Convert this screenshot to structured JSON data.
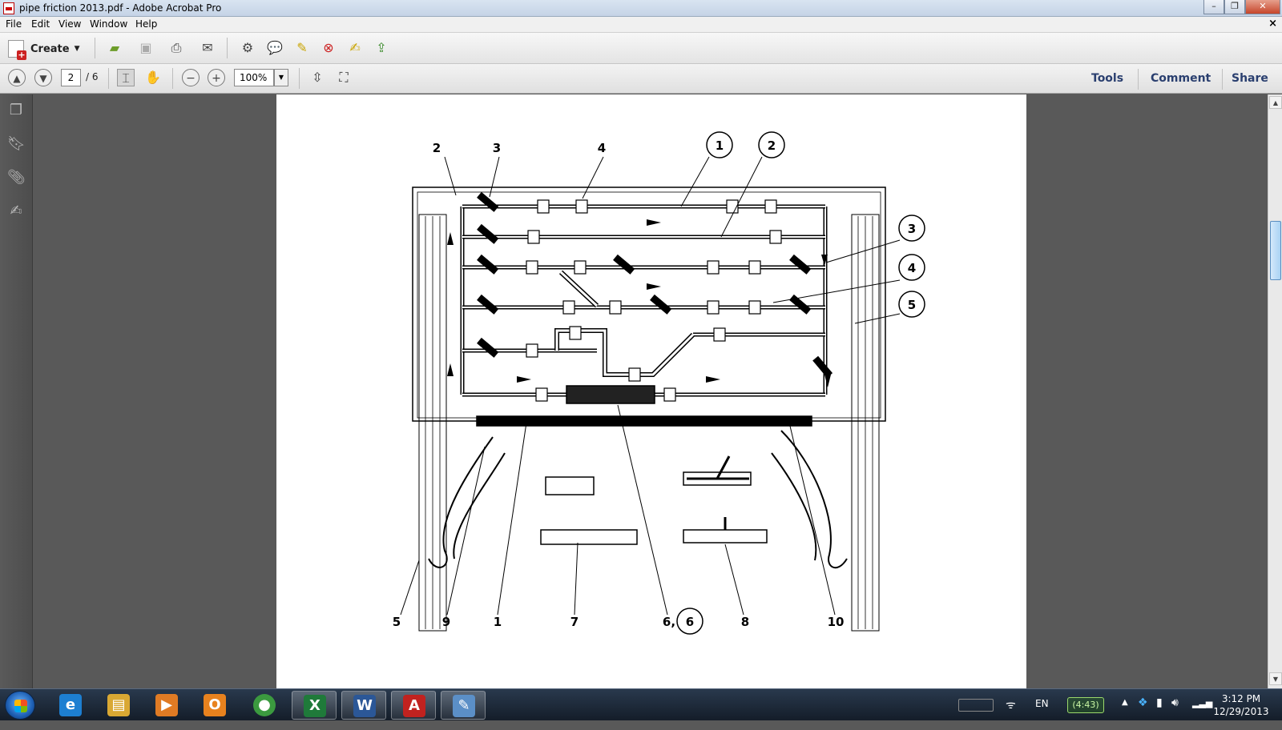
{
  "window": {
    "title": "pipe friction 2013.pdf - Adobe Acrobat Pro",
    "minimize": "–",
    "maximize": "❐",
    "close": "✕"
  },
  "menu": {
    "items": [
      "File",
      "Edit",
      "View",
      "Window",
      "Help"
    ],
    "close_doc": "×"
  },
  "toolbar": {
    "create_label": "Create",
    "icons": [
      "open-folder-icon",
      "save-icon",
      "print-icon",
      "email-icon",
      "settings-icon",
      "comment-icon",
      "highlight-icon",
      "delete-icon",
      "sign-icon",
      "export-icon"
    ]
  },
  "nav": {
    "current_page": "2",
    "page_total": "/ 6",
    "zoom": "100%"
  },
  "right_links": {
    "tools": "Tools",
    "comment": "Comment",
    "share": "Share"
  },
  "diagram": {
    "top_labels": [
      "2",
      "3",
      "4"
    ],
    "circled_top": [
      "1",
      "2"
    ],
    "circled_right": [
      "3",
      "4",
      "5"
    ],
    "bottom_labels": [
      "5",
      "9",
      "1",
      "7",
      "6,",
      "8",
      "10"
    ],
    "circled_bottom": "6"
  },
  "taskbar": {
    "apps": [
      {
        "name": "ie",
        "glyph": "e",
        "color": "#1d7fd1"
      },
      {
        "name": "explorer",
        "glyph": "▤",
        "color": "#d9a833"
      },
      {
        "name": "media-player",
        "glyph": "▶",
        "color": "#e07b24"
      },
      {
        "name": "outlook",
        "glyph": "O",
        "color": "#e8821e"
      },
      {
        "name": "chrome",
        "glyph": "●",
        "color": "#3b9a3f"
      },
      {
        "name": "excel",
        "glyph": "X",
        "color": "#1f7a3a"
      },
      {
        "name": "word",
        "glyph": "W",
        "color": "#2b5797"
      },
      {
        "name": "acrobat",
        "glyph": "A",
        "color": "#c1221f"
      },
      {
        "name": "paint",
        "glyph": "✎",
        "color": "#5b8fc7"
      }
    ],
    "language": "EN",
    "battery": "(4:43)",
    "time": "3:12 PM",
    "date": "12/29/2013"
  }
}
